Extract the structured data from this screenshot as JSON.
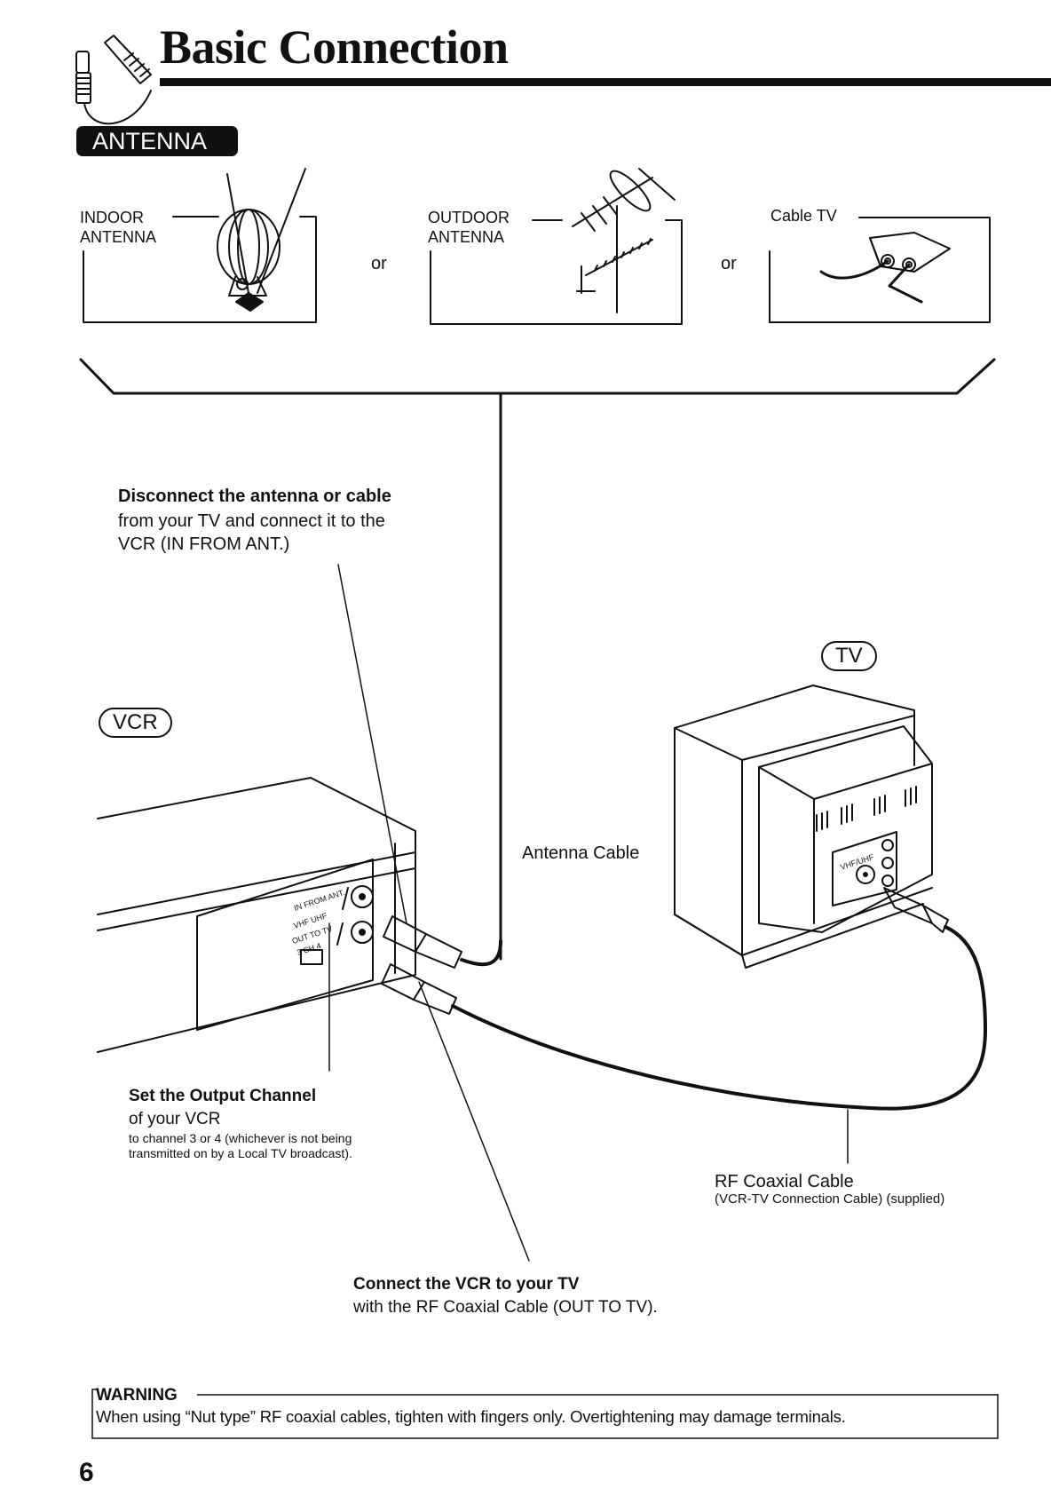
{
  "header": {
    "title": "Basic Connection",
    "section_badge": "ANTENNA"
  },
  "icons": {
    "header": "coaxial-plug-icon"
  },
  "sources": [
    {
      "label_line1": "INDOOR",
      "label_line2": "ANTENNA",
      "illustration": "indoor-antenna-illustration"
    },
    {
      "label_line1": "OUTDOOR",
      "label_line2": "ANTENNA",
      "illustration": "outdoor-antenna-illustration"
    },
    {
      "label_line1": "Cable TV",
      "label_line2": "",
      "illustration": "cable-tv-box-illustration"
    }
  ],
  "separators": [
    "or",
    "or"
  ],
  "step_disconnect": {
    "heading": "Disconnect the antenna or cable",
    "line1": "from your TV and connect it to the",
    "line2": "VCR (IN FROM ANT.)"
  },
  "device_labels": {
    "vcr": "VCR",
    "tv": "TV"
  },
  "vcr_panel": {
    "in_label": "IN FROM ANT.",
    "band_label": "VHF UHF",
    "out_label": "OUT TO TV",
    "ch_label": "3  CH  4"
  },
  "tv_panel": {
    "input_label": "VHF/UHF"
  },
  "antenna_cable_label": "Antenna Cable",
  "step_output_channel": {
    "heading": "Set the Output Channel",
    "line1": "of your VCR",
    "note1": "to channel 3 or 4 (whichever is not being",
    "note2": "transmitted on by a Local TV broadcast)."
  },
  "rf_cable": {
    "label": "RF Coaxial Cable",
    "note": "(VCR-TV Connection Cable) (supplied)"
  },
  "step_connect": {
    "heading": "Connect the VCR to your TV",
    "line1": "with the RF Coaxial Cable (OUT TO TV)."
  },
  "warning": {
    "title": "WARNING",
    "text": "When using “Nut type” RF coaxial cables, tighten with fingers only. Overtightening may damage terminals."
  },
  "page_number": "6"
}
